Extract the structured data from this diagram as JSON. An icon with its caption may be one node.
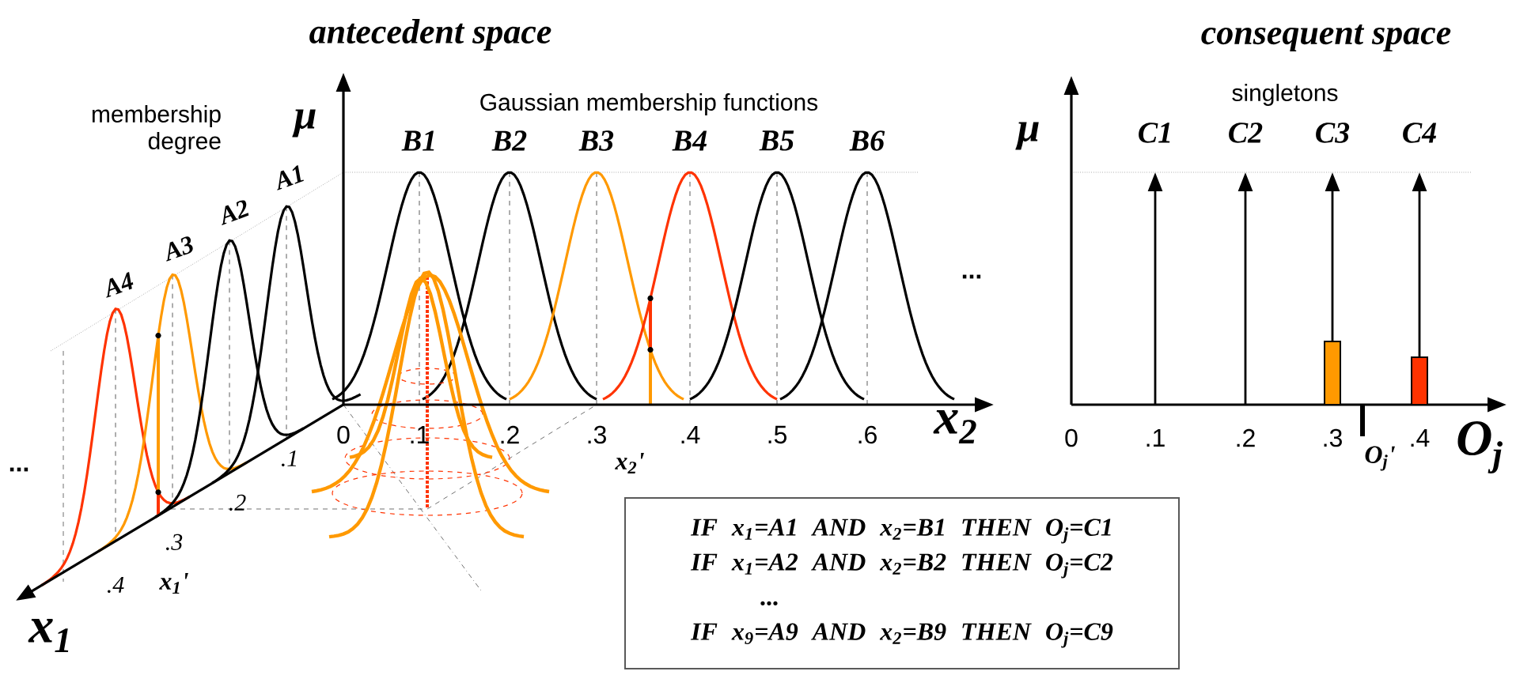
{
  "diagram": {
    "nodes": [
      {
        "text": [
          "IF x$_{1}$=A1 AND x$_{2}$=B1 THEN O$_{j}$=C1",
          "IF x$_{1}$=A2 AND x$_{2}$=B2 THEN O$_{j}$=C2",
          "...",
          "IF x$_{9}$=A9 AND x$_{2}$=B9 THEN O$_{j}$=C9"
        ]
      }
    ],
    "labels": [
      "antecedent space",
      "consequent space",
      "membership degree",
      "Gaussian membership functions",
      "singletons",
      "μ",
      "B1",
      "B2",
      "B3",
      "B4",
      "B5",
      "B6",
      "μ",
      "C1",
      "C2",
      "C3",
      "C4",
      "A1",
      "A2",
      "A3",
      "A4",
      "0",
      ".1",
      ".2",
      ".3",
      ".4",
      ".5",
      ".6",
      "x$_{2}$'",
      "x$_{2}$",
      ".1",
      ".2",
      ".3",
      ".4",
      "x$_{1}$'",
      "x$_{1}$",
      "...",
      "...",
      "0",
      ".1",
      ".2",
      ".3",
      ".4",
      "O$_{j}$'",
      "O$_{j}$"
    ]
  }
}
